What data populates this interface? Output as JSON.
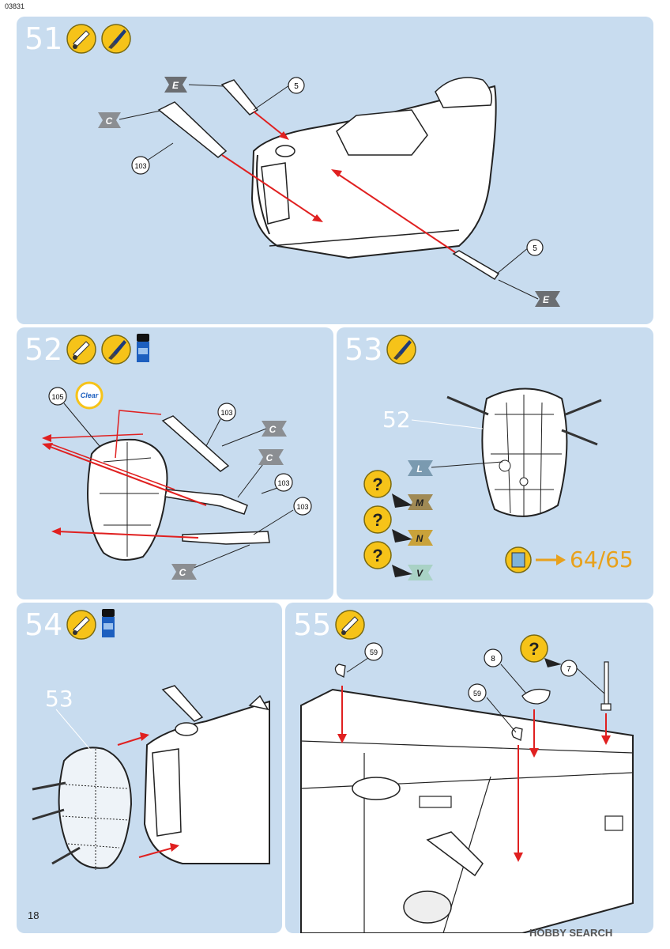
{
  "doc_code": "03831",
  "page_number": "18",
  "watermark": "HOBBY SEARCH",
  "colors": {
    "panel": "#c8dcef",
    "arrow": "#e02020",
    "icon_yellow": "#f6c319",
    "orange": "#e8a11c"
  },
  "steps": [
    {
      "number": "51",
      "icons": [
        "glue-icon",
        "paint-brush-icon"
      ],
      "callouts": {
        "part_5a": "5",
        "part_5b": "5",
        "part_103": "103",
        "color_e1": "E",
        "color_c": "C",
        "color_e2": "E"
      }
    },
    {
      "number": "52",
      "icons": [
        "glue-icon",
        "paint-brush-icon",
        "clear-paint-icon"
      ],
      "callouts": {
        "part_105": "105",
        "clear_badge": "Clear",
        "part_103a": "103",
        "part_103b": "103",
        "part_103c": "103",
        "color_c1": "C",
        "color_c2": "C",
        "color_c3": "C"
      }
    },
    {
      "number": "53",
      "icons": [
        "paint-brush-icon"
      ],
      "ref_label": "52",
      "color_options": [
        "L",
        "M",
        "N",
        "V"
      ],
      "question": "?",
      "page_ref": "64/65"
    },
    {
      "number": "54",
      "icons": [
        "glue-icon",
        "clear-paint-icon"
      ],
      "ref_label": "53"
    },
    {
      "number": "55",
      "icons": [
        "glue-icon"
      ],
      "callouts": {
        "part_59a": "59",
        "part_59b": "59",
        "part_8": "8",
        "part_7": "7",
        "question": "?"
      }
    }
  ]
}
